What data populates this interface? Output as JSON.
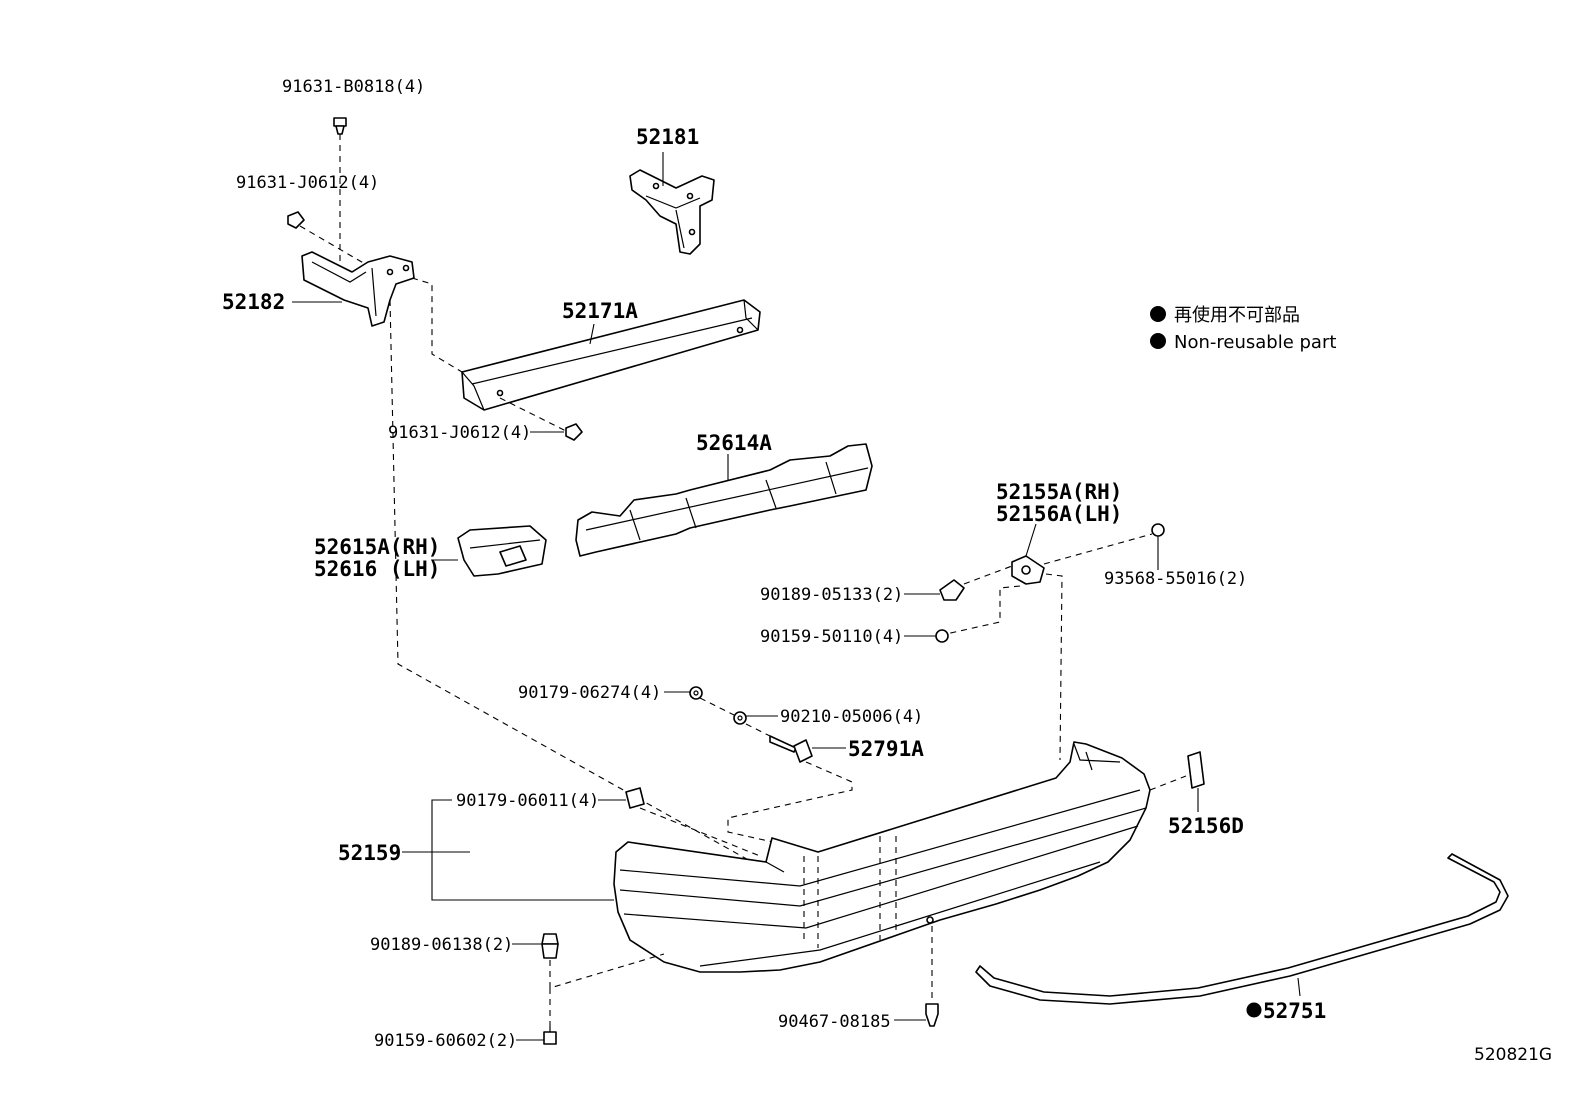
{
  "diagram": {
    "legend": {
      "line1": "再使用不可部品",
      "line2": "Non-reusable part"
    },
    "figure_number": "520821G",
    "labels": {
      "p91631_b0818": "91631-B0818(4)",
      "p91631_j0612_top": "91631-J0612(4)",
      "p52182": "52182",
      "p52181": "52181",
      "p52171a": "52171A",
      "p91631_j0612_mid": "91631-J0612(4)",
      "p52614a": "52614A",
      "p52615a": "52615A(RH)",
      "p52616": "52616  (LH)",
      "p52155a": "52155A(RH)",
      "p52156a": "52156A(LH)",
      "p93568": "93568-55016(2)",
      "p90189_05133": "90189-05133(2)",
      "p90159_50110": "90159-50110(4)",
      "p90179_06274": "90179-06274(4)",
      "p90210_05006": "90210-05006(4)",
      "p52791a": "52791A",
      "p90179_06011": "90179-06011(4)",
      "p52159": "52159",
      "p52156d": "52156D",
      "p90189_06138": "90189-06138(2)",
      "p90159_60602": "90159-60602(2)",
      "p90467_08185": "90467-08185",
      "p52751": "52751"
    }
  }
}
